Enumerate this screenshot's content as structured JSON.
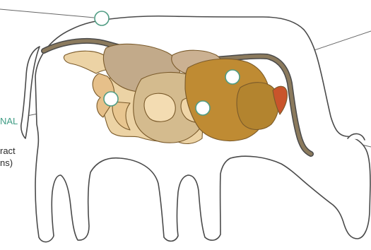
{
  "labels": {
    "intestinal_tag": "NAL",
    "tract_line1": "ract",
    "tract_line2": "ns)"
  },
  "colors": {
    "outline": "#4a4a4a",
    "esophagus": "#8b7a5d",
    "intestine": "#ecd3a5",
    "intestine_shade": "#e0b880",
    "small_intestine": "#f3dcb2",
    "omasum": "#c2aa8a",
    "reticulum": "#d4bb8e",
    "rumen": "#bf8b33",
    "abomasum": "#b3842f",
    "spleen": "#c9542b",
    "marker_fill": "#ffffff",
    "marker_stroke": "#4f9c83",
    "leader_line": "#666666",
    "label_accent": "#3f9c84"
  },
  "markers": [
    {
      "name": "top-marker"
    },
    {
      "name": "rumen-marker"
    },
    {
      "name": "intestine-marker"
    },
    {
      "name": "reticulum-marker"
    }
  ]
}
